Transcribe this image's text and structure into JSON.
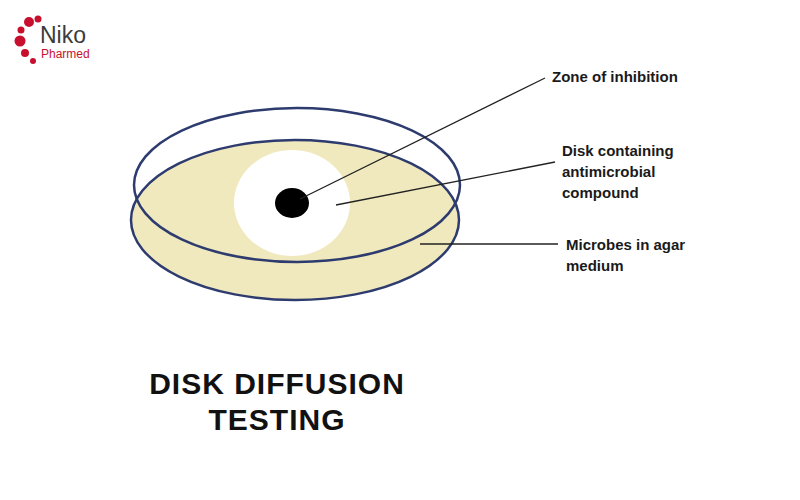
{
  "diagram": {
    "title": "DISK DIFFUSION TESTING",
    "labels": [
      "Niko",
      "Pharmed",
      "Zone of inhibition",
      "Disk containing antimicrobial compound",
      "Microbes in agar medium"
    ]
  }
}
